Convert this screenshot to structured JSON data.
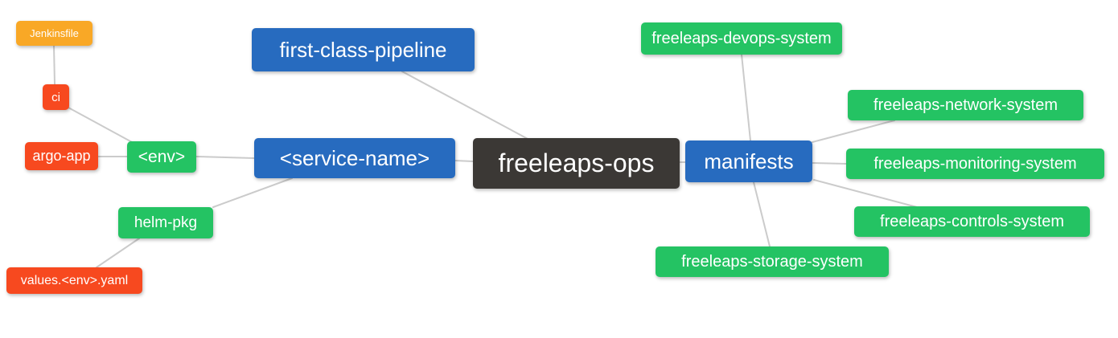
{
  "diagram": {
    "type": "mindmap",
    "root": "freeleaps-ops"
  },
  "palette": {
    "canvas_bg": "#ffffff",
    "edge_color": "#cbcbcb",
    "blue_node_bg": "#276bbf",
    "green_node_bg": "#24c363",
    "red_node_bg": "#f7491f",
    "orange_node_bg": "#f9a826",
    "root_node_bg": "#3b3835",
    "node_text_color": "#ffffff"
  },
  "nodes": {
    "freeleaps_ops": {
      "label": "freeleaps-ops",
      "color": "dark"
    },
    "first_class_pipeline": {
      "label": "first-class-pipeline",
      "color": "blue"
    },
    "service_name": {
      "label": "<service-name>",
      "color": "blue"
    },
    "manifests": {
      "label": "manifests",
      "color": "blue"
    },
    "env": {
      "label": "<env>",
      "color": "green"
    },
    "helm_pkg": {
      "label": "helm-pkg",
      "color": "green"
    },
    "jenkinsfile": {
      "label": "Jenkinsfile",
      "color": "orange"
    },
    "ci": {
      "label": "ci",
      "color": "red"
    },
    "argo_app": {
      "label": "argo-app",
      "color": "red"
    },
    "values_env_yaml": {
      "label": "values.<env>.yaml",
      "color": "red"
    },
    "devops_system": {
      "label": "freeleaps-devops-system",
      "color": "green"
    },
    "network_system": {
      "label": "freeleaps-network-system",
      "color": "green"
    },
    "monitoring_system": {
      "label": "freeleaps-monitoring-system",
      "color": "green"
    },
    "controls_system": {
      "label": "freeleaps-controls-system",
      "color": "green"
    },
    "storage_system": {
      "label": "freeleaps-storage-system",
      "color": "green"
    }
  },
  "edges": [
    {
      "from": "jenkinsfile",
      "to": "ci"
    },
    {
      "from": "ci",
      "to": "env"
    },
    {
      "from": "argo_app",
      "to": "env"
    },
    {
      "from": "env",
      "to": "service_name"
    },
    {
      "from": "service_name",
      "to": "freeleaps_ops"
    },
    {
      "from": "service_name",
      "to": "helm_pkg"
    },
    {
      "from": "helm_pkg",
      "to": "values_env_yaml"
    },
    {
      "from": "first_class_pipeline",
      "to": "freeleaps_ops"
    },
    {
      "from": "freeleaps_ops",
      "to": "manifests"
    },
    {
      "from": "manifests",
      "to": "devops_system"
    },
    {
      "from": "manifests",
      "to": "network_system"
    },
    {
      "from": "manifests",
      "to": "monitoring_system"
    },
    {
      "from": "manifests",
      "to": "controls_system"
    },
    {
      "from": "manifests",
      "to": "storage_system"
    }
  ]
}
